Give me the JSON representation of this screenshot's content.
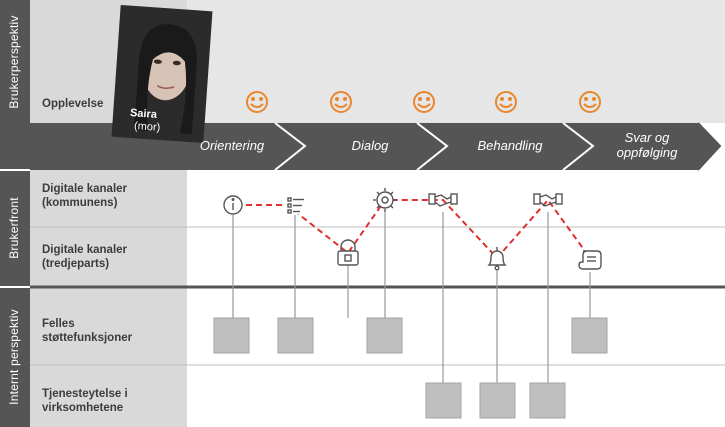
{
  "side_labels": {
    "user_perspective": "Brukerperspektiv",
    "user_front": "Brukerfront",
    "internal_perspective": "Internt perspektiv"
  },
  "rows": {
    "experience": "Opplevelse",
    "digital_municipal_1": "Digitale kanaler",
    "digital_municipal_2": "(kommunens)",
    "digital_third_1": "Digitale kanaler",
    "digital_third_2": "(tredjeparts)",
    "shared_1": "Felles",
    "shared_2": "støttefunksjoner",
    "service_1": "Tjenesteytelse i",
    "service_2": "virksomhetene"
  },
  "persona": {
    "name": "Saira",
    "role": "(mor)"
  },
  "phases": [
    {
      "label": "Orientering"
    },
    {
      "label": "Dialog"
    },
    {
      "label": "Behandling"
    },
    {
      "label_1": "Svar og",
      "label_2": "oppfølging"
    }
  ],
  "colors": {
    "dark_band": "#555555",
    "label_column": "#d9d9d9",
    "smiley": "#e8872f",
    "dash": "#e03030",
    "box": "#bfbfbf"
  },
  "icons": [
    "info-icon",
    "list-icon",
    "lock-icon",
    "gear-icon",
    "handshake-icon",
    "bell-icon",
    "handshake-icon",
    "scroll-icon"
  ]
}
